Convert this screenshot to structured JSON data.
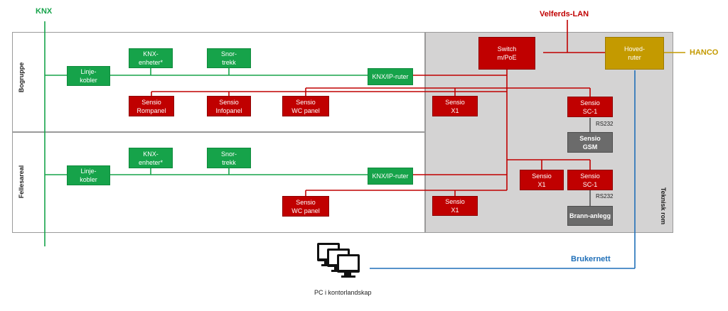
{
  "labels": {
    "knx": "KNX",
    "velferds_lan": "Velferds-LAN",
    "hanco": "HANCO",
    "brukernett": "Brukernett",
    "bogruppe": "Bogruppe",
    "fellesareal": "Fellesareal",
    "teknisk_rom": "Teknisk rom",
    "rs232_top": "RS232",
    "rs232_bottom": "RS232",
    "pc": "PC i kontorlandskap"
  },
  "boxes": {
    "linjekobler_1": "Linje-\nkobler",
    "knx_enheter_1": "KNX-\nenheter*",
    "snortrekk_1": "Snor-\ntrekk",
    "knx_ip_ruter_1": "KNX/IP-ruter",
    "sensio_rompanel": "Sensio\nRompanel",
    "sensio_infopanel": "Sensio\nInfopanel",
    "sensio_wc_panel_1": "Sensio\nWC panel",
    "sensio_x1_top": "Sensio\nX1",
    "switch": "Switch\nm/PoE",
    "hovedruter": "Hoved-\nruter",
    "sensio_sc1_top": "Sensio\nSC-1",
    "sensio_gsm": "Sensio\nGSM",
    "linjekobler_2": "Linje-\nkobler",
    "knx_enheter_2": "KNX-\nenheter*",
    "snortrekk_2": "Snor-\ntrekk",
    "knx_ip_ruter_2": "KNX/IP-ruter",
    "sensio_wc_panel_2": "Sensio\nWC panel",
    "sensio_x1_mid": "Sensio\nX1",
    "sensio_sc1_bottom": "Sensio\nSC-1",
    "sensio_x1_bottom": "Sensio\nX1",
    "brann_anlegg": "Brann-anlegg"
  },
  "colors": {
    "knx_green": "#16a34a",
    "lan_red": "#c00000",
    "hanco_gold": "#c49a00",
    "brukernett_blue": "#1f6fb8",
    "device_grey": "#6b6b6b",
    "teknisk_bg": "#d4d3d3"
  }
}
